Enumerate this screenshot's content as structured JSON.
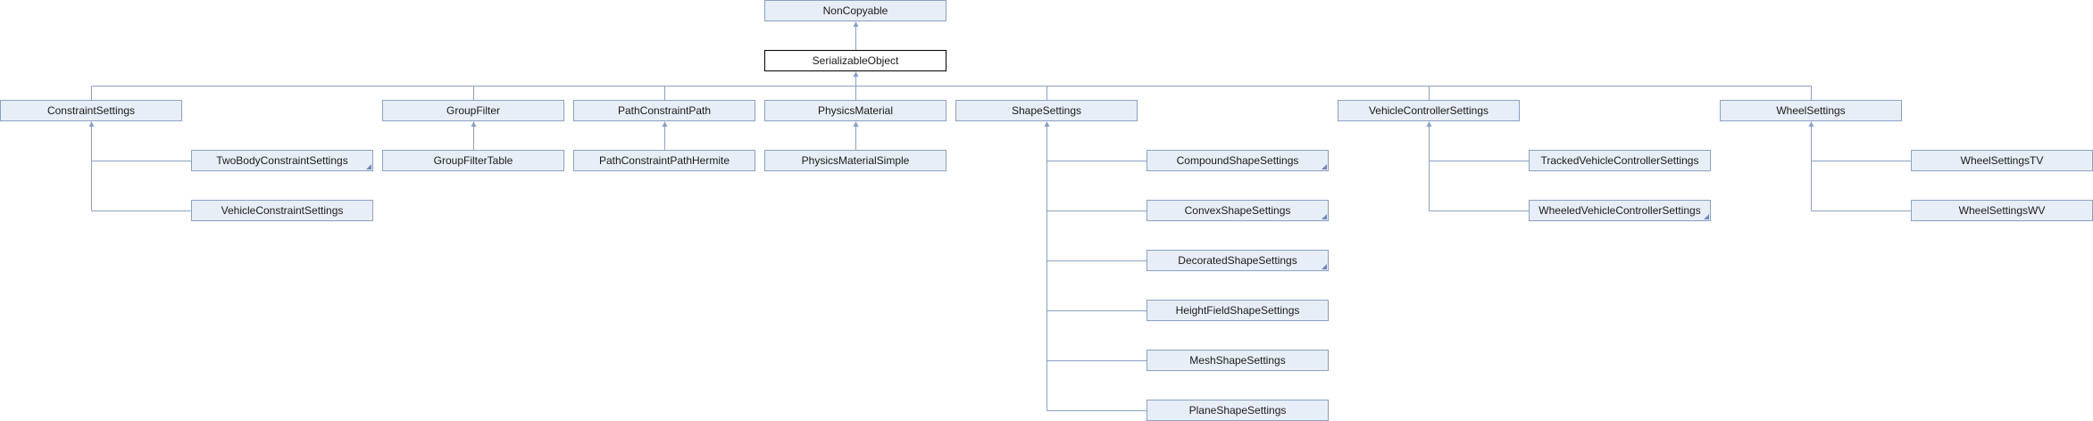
{
  "diagram": {
    "root": "NonCopyable",
    "current": "SerializableObject",
    "level1": [
      "ConstraintSettings",
      "GroupFilter",
      "PathConstraintPath",
      "PhysicsMaterial",
      "ShapeSettings",
      "VehicleControllerSettings",
      "WheelSettings"
    ],
    "constraint_children": [
      "TwoBodyConstraintSettings",
      "VehicleConstraintSettings"
    ],
    "groupfilter_children": [
      "GroupFilterTable"
    ],
    "path_children": [
      "PathConstraintPathHermite"
    ],
    "material_children": [
      "PhysicsMaterialSimple"
    ],
    "shape_children": [
      "CompoundShapeSettings",
      "ConvexShapeSettings",
      "DecoratedShapeSettings",
      "HeightFieldShapeSettings",
      "MeshShapeSettings",
      "PlaneShapeSettings"
    ],
    "vehicle_children": [
      "TrackedVehicleControllerSettings",
      "WheeledVehicleControllerSettings"
    ],
    "wheel_children": [
      "WheelSettingsTV",
      "WheelSettingsWV"
    ],
    "expandable": [
      "TwoBodyConstraintSettings",
      "CompoundShapeSettings",
      "ConvexShapeSettings",
      "DecoratedShapeSettings",
      "WheeledVehicleControllerSettings"
    ],
    "colors": {
      "node_fill": "#e8eef7",
      "node_border": "#8aa0c4",
      "current_border": "#000000",
      "edge": "#8aa0c4"
    }
  }
}
